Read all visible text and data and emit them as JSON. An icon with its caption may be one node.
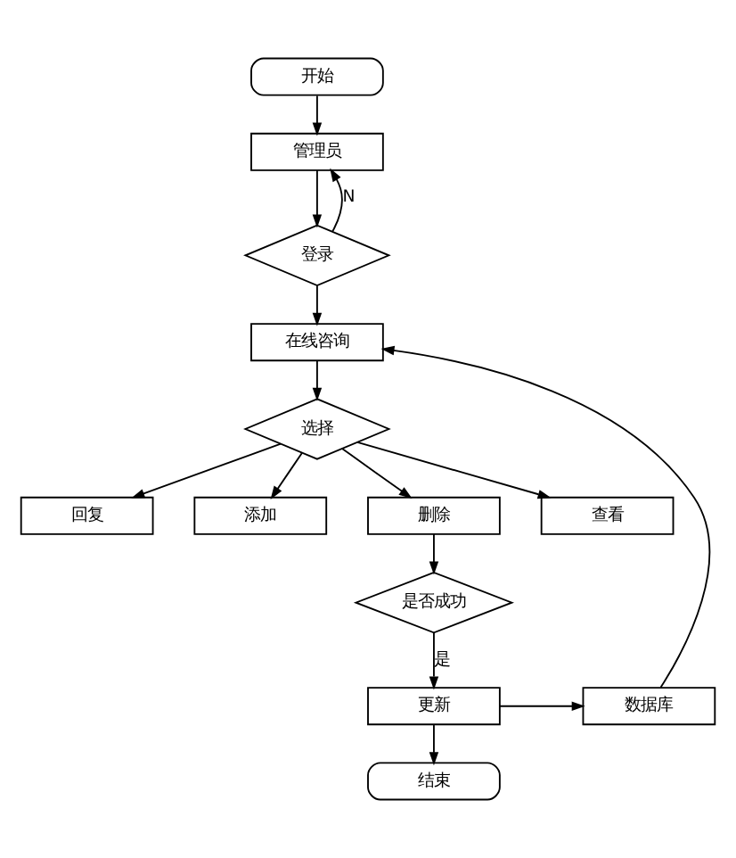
{
  "diagram": {
    "nodes": [
      {
        "text": [
          "开始"
        ]
      },
      {
        "text": [
          "管理员"
        ]
      },
      {
        "text": [
          "登录"
        ]
      },
      {
        "text": [
          "在线咨询"
        ]
      },
      {
        "text": [
          "选择"
        ]
      },
      {
        "text": [
          "回复"
        ]
      },
      {
        "text": [
          "添加"
        ]
      },
      {
        "text": [
          "删除"
        ]
      },
      {
        "text": [
          "查看"
        ]
      },
      {
        "text": [
          "是否成功"
        ]
      },
      {
        "text": [
          "更新"
        ]
      },
      {
        "text": [
          "数据库"
        ]
      },
      {
        "text": [
          "结束"
        ]
      }
    ],
    "edges": [
      {
        "from": 0,
        "to": 1,
        "arrow": "to"
      },
      {
        "from": 1,
        "to": 2,
        "arrow": "to"
      },
      {
        "from": 2,
        "to": 1,
        "arrow": "to",
        "label": "N"
      },
      {
        "from": 2,
        "to": 3,
        "arrow": "to"
      },
      {
        "from": 3,
        "to": 4,
        "arrow": "to"
      },
      {
        "from": 4,
        "to": 5,
        "arrow": "to"
      },
      {
        "from": 4,
        "to": 6,
        "arrow": "to"
      },
      {
        "from": 4,
        "to": 7,
        "arrow": "to"
      },
      {
        "from": 4,
        "to": 8,
        "arrow": "to"
      },
      {
        "from": 7,
        "to": 9,
        "arrow": "to"
      },
      {
        "from": 9,
        "to": 10,
        "arrow": "to",
        "label": "是"
      },
      {
        "from": 10,
        "to": 11,
        "arrow": "to"
      },
      {
        "from": 11,
        "to": 3,
        "arrow": "to"
      },
      {
        "from": 10,
        "to": 12,
        "arrow": "to"
      }
    ]
  }
}
